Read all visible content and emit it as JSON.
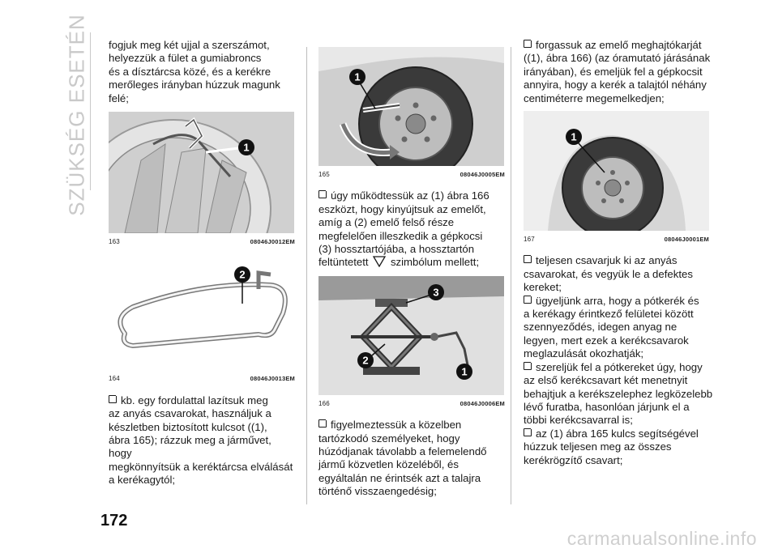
{
  "section_title": "SZÜKSÉG ESETÉN",
  "page_number": "172",
  "watermark": "carmanualsonline.info",
  "col1": {
    "intro": [
      "fogjuk meg két ujjal a szerszámot,",
      "helyezzük a fület a gumiabroncs",
      "és a dísztárcsa közé, és a kerékre",
      "merőleges irányban húzzuk magunk",
      "felé;"
    ],
    "fig163": {
      "num": "163",
      "code": "08046J0012EM",
      "callout": "1"
    },
    "fig164": {
      "num": "164",
      "code": "08046J0013EM",
      "callout": "2"
    },
    "bullet": [
      "kb. egy fordulattal lazítsuk meg",
      "az anyás csavarokat, használjuk a",
      "készletben biztosított kulcsot ((1),",
      "ábra 165); rázzuk meg a járművet, hogy",
      "megkönnyítsük a keréktárcsa elválását",
      "a kerékagytól;"
    ]
  },
  "col2": {
    "fig165": {
      "num": "165",
      "code": "08046J0005EM",
      "callout": "1"
    },
    "bullet1": [
      "úgy működtessük az (1) ábra 166",
      "eszközt, hogy kinyújtsuk az emelőt,",
      "amíg a (2) emelő felső része",
      "megfelelően illeszkedik a gépkocsi",
      "(3) hossztartójába, a hossztartón"
    ],
    "bullet1_last_pre": "feltüntetett",
    "bullet1_last_post": "szimbólum mellett;",
    "fig166": {
      "num": "166",
      "code": "08046J0006EM",
      "callout_1": "1",
      "callout_2": "2",
      "callout_3": "3"
    },
    "bullet2": [
      "figyelmeztessük a közelben",
      "tartózkodó személyeket, hogy",
      "húzódjanak távolabb a felemelendő",
      "jármű közvetlen közeléből, és",
      "egyáltalán ne érintsék azt a talajra",
      "történő visszaengedésig;"
    ]
  },
  "col3": {
    "bullet1": [
      "forgassuk az emelő meghajtókarját",
      "((1), ábra 166) (az óramutató járásának",
      "irányában), és emeljük fel a gépkocsit",
      "annyira, hogy a kerék a talajtól néhány",
      "centiméterre megemelkedjen;"
    ],
    "fig167": {
      "num": "167",
      "code": "08046J0001EM",
      "callout": "1"
    },
    "b2": [
      "teljesen csavarjuk ki az anyás",
      "csavarokat, és vegyük le a defektes",
      "kereket;"
    ],
    "b3": [
      "ügyeljünk arra, hogy a pótkerék és",
      "a kerékagy érintkező felületei között",
      "szennyeződés, idegen anyag ne",
      "legyen, mert ezek a kerékcsavarok",
      "meglazulását okozhatják;"
    ],
    "b4": [
      "szereljük fel a pótkereket úgy, hogy",
      "az első kerékcsavart két menetnyit",
      "behajtjuk a kerékszelephez legközelebb",
      "lévő furatba, hasonlóan járjunk el a",
      "többi kerékcsavarral is;"
    ],
    "b5": [
      "az (1) ábra 165 kulcs segítségével",
      "húzzuk teljesen meg az összes",
      "kerékrögzítő csavart;"
    ]
  }
}
